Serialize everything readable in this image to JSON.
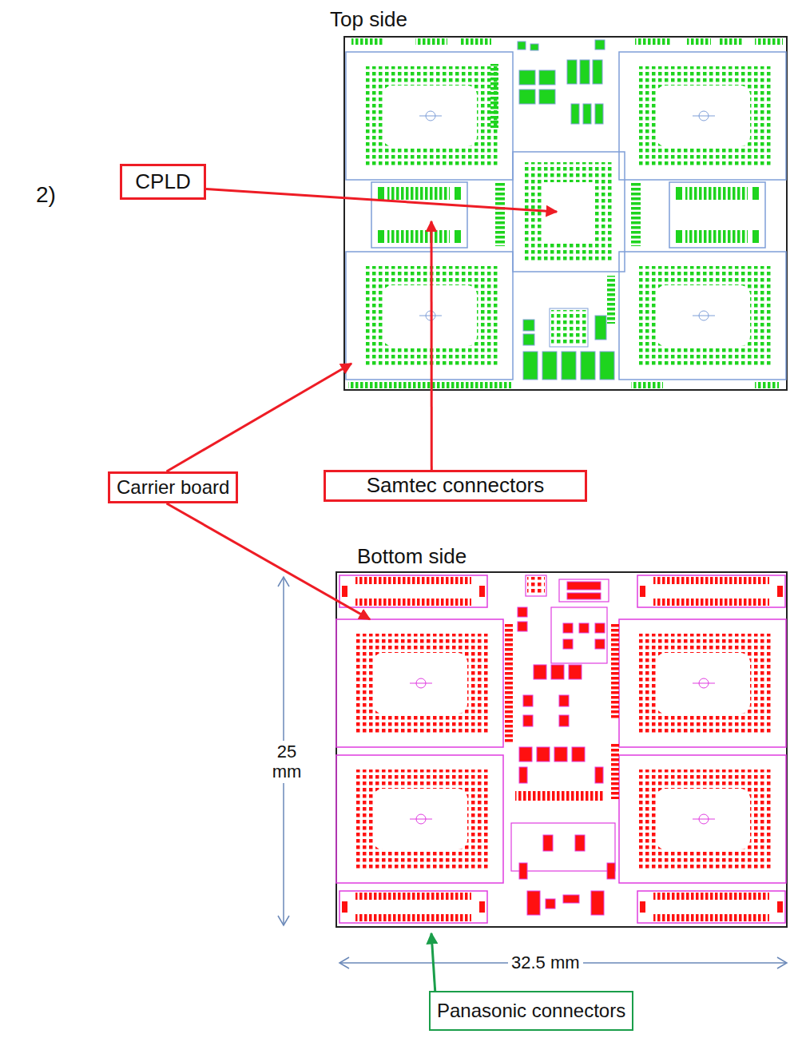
{
  "diagram": {
    "nodes": [
      {
        "text": [
          "CPLD"
        ]
      },
      {
        "text": [
          "Carrier board"
        ]
      },
      {
        "text": [
          "Samtec connectors"
        ]
      },
      {
        "text": [
          "Panasonic connectors"
        ]
      }
    ],
    "labels": [
      "Top side",
      "2)",
      "Bottom side",
      "25 mm",
      "32.5 mm"
    ]
  }
}
